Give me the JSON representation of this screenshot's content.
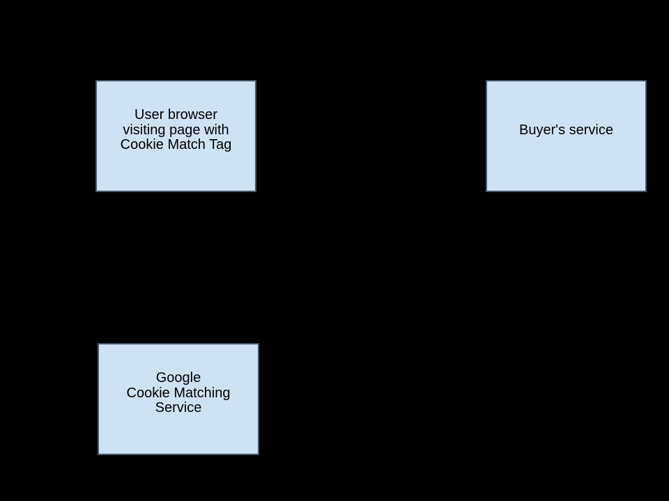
{
  "diagram": {
    "background_color": "#000000",
    "node_fill_color": "#cfe2f3",
    "node_border_color": "#49596b",
    "text_color": "#000000",
    "nodes": [
      {
        "id": "user-browser",
        "lines": [
          "User browser",
          "visiting page with",
          "Cookie Match Tag"
        ]
      },
      {
        "id": "buyers-service",
        "lines": [
          "Buyer's service"
        ]
      },
      {
        "id": "google-cookie-matching",
        "lines": [
          "Google",
          "Cookie Matching",
          "Service"
        ]
      }
    ]
  }
}
